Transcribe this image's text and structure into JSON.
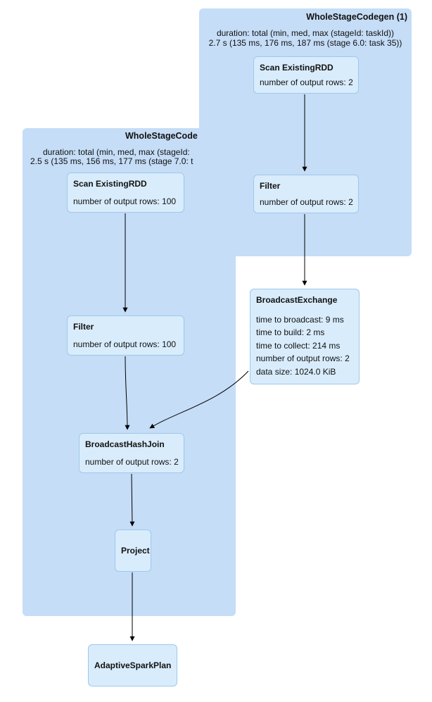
{
  "colors": {
    "cluster_fill": "#c5ddf6",
    "node_fill": "#d9ecfc",
    "node_border": "#9fc8ec",
    "text": "#111111",
    "edge": "#000000"
  },
  "clusters": {
    "wsc1": {
      "title": "WholeStageCodegen (1)",
      "duration_label": "duration: total (min, med, max (stageId: taskId))",
      "duration_value": "2.7 s (135 ms, 176 ms, 187 ms (stage 6.0: task 35))"
    },
    "wsc2": {
      "title": "WholeStageCode",
      "duration_label": "duration: total (min, med, max (stageId:",
      "duration_value": "2.5 s (135 ms, 156 ms, 177 ms (stage 7.0: t"
    }
  },
  "nodes": {
    "scan1": {
      "title": "Scan ExistingRDD",
      "metrics": [
        "number of output rows: 2"
      ]
    },
    "filter1": {
      "title": "Filter",
      "metrics": [
        "number of output rows: 2"
      ]
    },
    "broadcast_exchange": {
      "title": "BroadcastExchange",
      "metrics": [
        "time to broadcast: 9 ms",
        "time to build: 2 ms",
        "time to collect: 214 ms",
        "number of output rows: 2",
        "data size: 1024.0 KiB"
      ]
    },
    "scan2": {
      "title": "Scan ExistingRDD",
      "metrics": [
        "number of output rows: 100"
      ]
    },
    "filter2": {
      "title": "Filter",
      "metrics": [
        "number of output rows: 100"
      ]
    },
    "broadcast_hash_join": {
      "title": "BroadcastHashJoin",
      "metrics": [
        "number of output rows: 2"
      ]
    },
    "project": {
      "title": "Project",
      "metrics": []
    },
    "adaptive_spark_plan": {
      "title": "AdaptiveSparkPlan",
      "metrics": []
    }
  },
  "edges": [
    {
      "from": "scan1",
      "to": "filter1"
    },
    {
      "from": "filter1",
      "to": "broadcast_exchange"
    },
    {
      "from": "broadcast_exchange",
      "to": "broadcast_hash_join"
    },
    {
      "from": "scan2",
      "to": "filter2"
    },
    {
      "from": "filter2",
      "to": "broadcast_hash_join"
    },
    {
      "from": "broadcast_hash_join",
      "to": "project"
    },
    {
      "from": "project",
      "to": "adaptive_spark_plan"
    }
  ]
}
